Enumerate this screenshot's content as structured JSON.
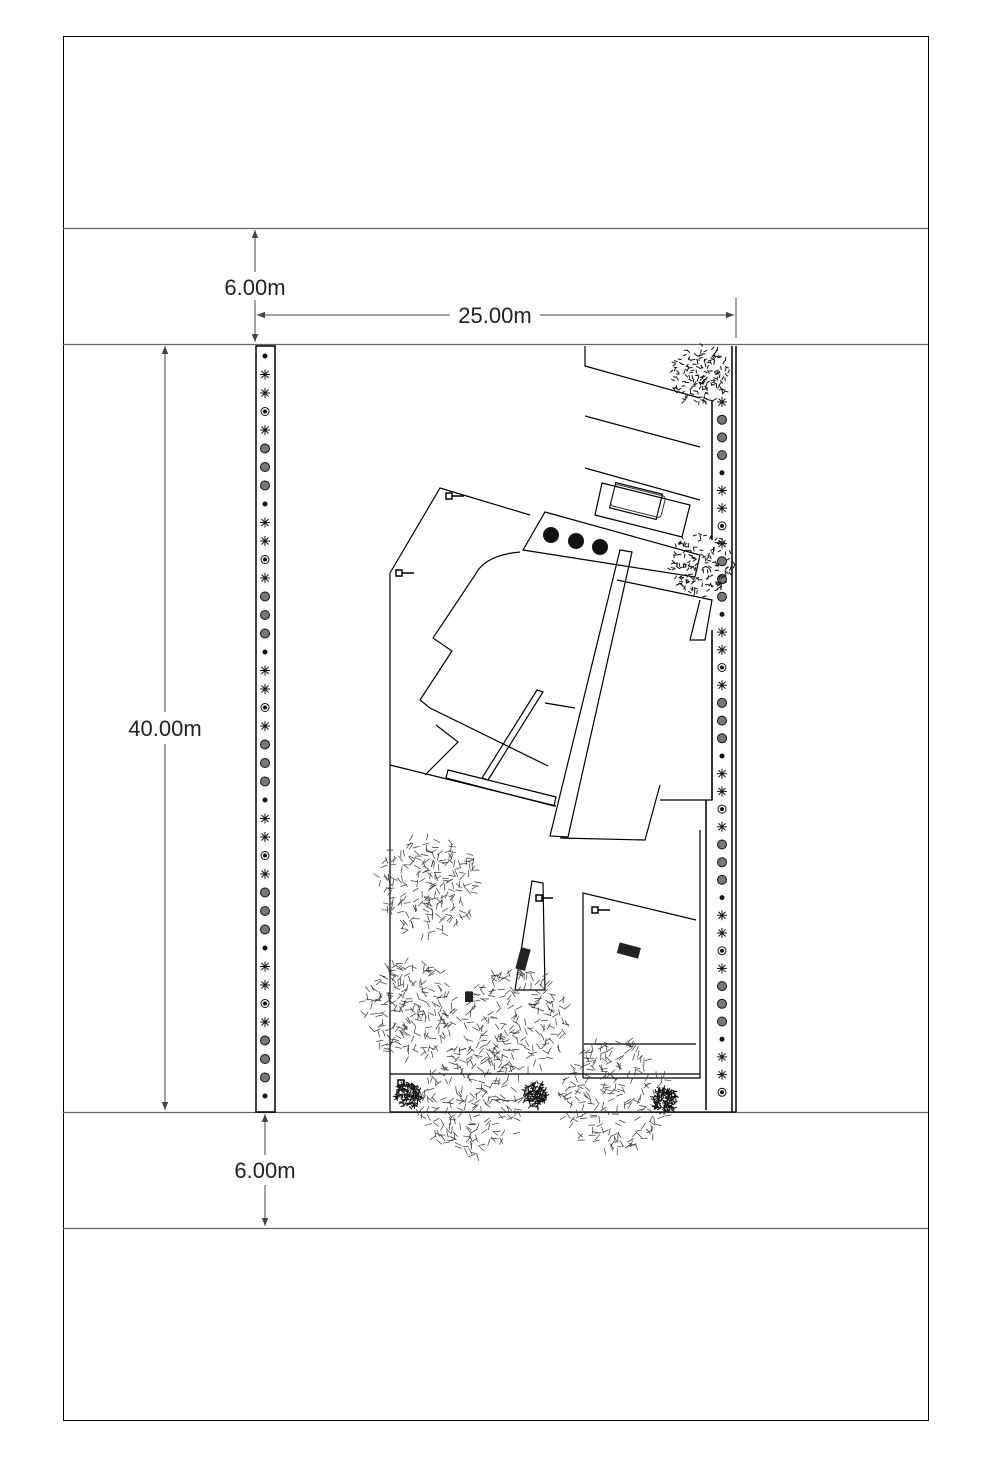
{
  "dimensions": {
    "front_setback": "6.00m",
    "lot_width": "25.00m",
    "lot_depth": "40.00m",
    "rear_setback": "6.00m"
  },
  "colors": {
    "line": "#000000",
    "road_line": "#777777",
    "tree_fill": "#222222"
  }
}
